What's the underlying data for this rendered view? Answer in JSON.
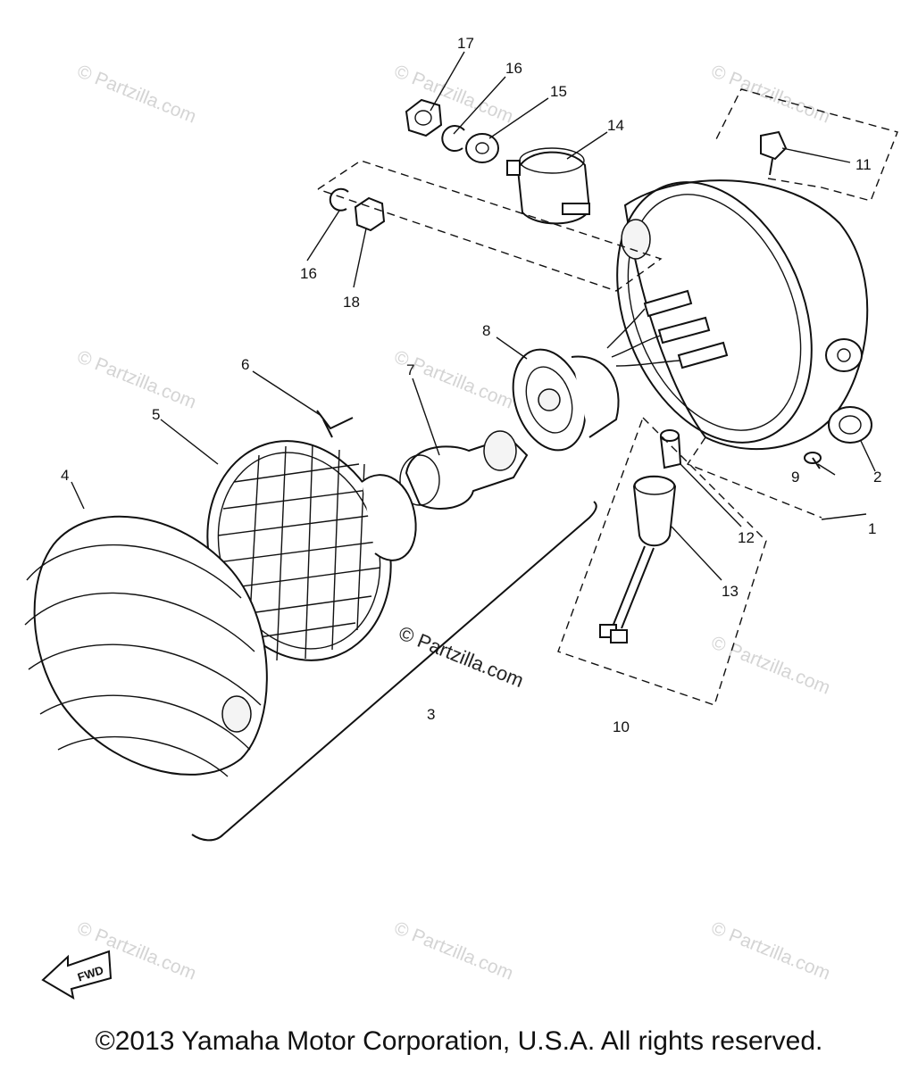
{
  "callouts": {
    "c1": "1",
    "c2": "2",
    "c3": "3",
    "c4": "4",
    "c5": "5",
    "c6": "6",
    "c7": "7",
    "c8": "8",
    "c9": "9",
    "c10": "10",
    "c11": "11",
    "c12": "12",
    "c13": "13",
    "c14": "14",
    "c15": "15",
    "c16a": "16",
    "c16b": "16",
    "c17": "17",
    "c18": "18"
  },
  "watermark": {
    "text": "Partzilla.com",
    "symbol": "©",
    "center_text": "© Partzilla.com"
  },
  "fwd_label": "FWD",
  "copyright": "©2013  Yamaha Motor Corporation, U.S.A. All rights reserved."
}
